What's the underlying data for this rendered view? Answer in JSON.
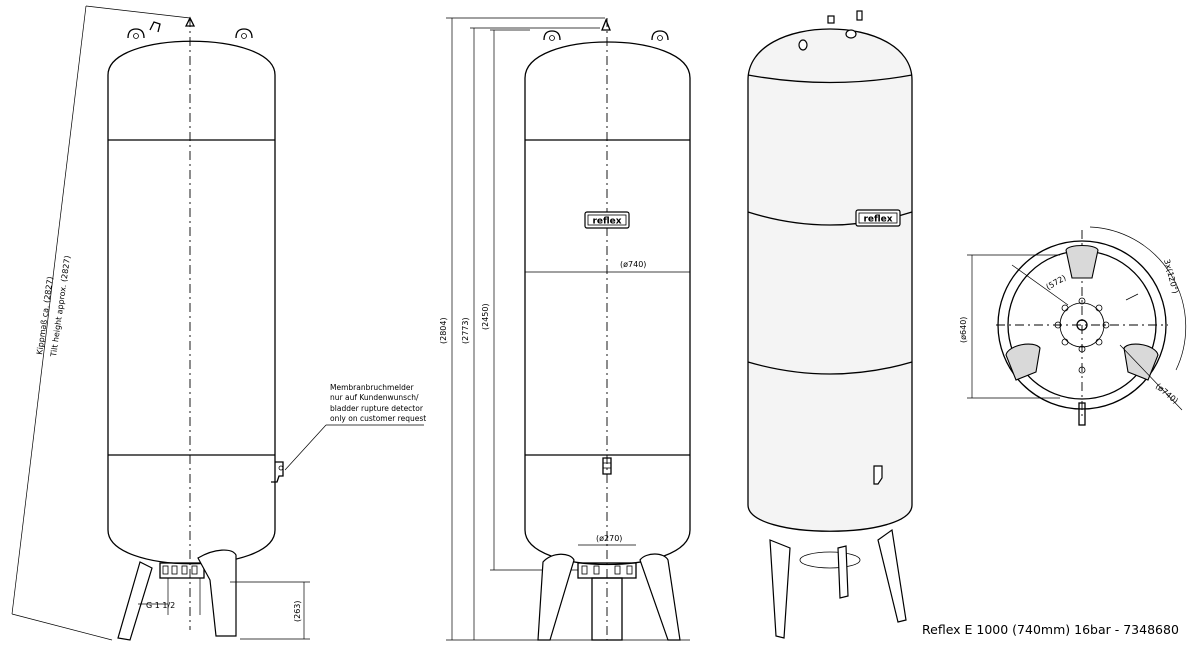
{
  "caption": "Reflex E 1000 (740mm) 16bar - 7348680",
  "logo_text": "reflex",
  "side_view": {
    "tilt_height_de": "Kippmaß ca. (2827)",
    "tilt_height_en": "Tilt height approx. (2827)",
    "connection_label": "G 1 1/2",
    "foot_height": "(263)",
    "note_lines": [
      "Membranbruchmelder",
      "nur auf Kundenwunsch/",
      "bladder rupture detector",
      "only on customer request"
    ]
  },
  "front_view": {
    "height_total": "(2804)",
    "height_2": "(2773)",
    "height_3": "(2450)",
    "diameter": "(ø740)",
    "flange_diameter": "(ø270)"
  },
  "top_view": {
    "outer_diameter": "(ø740)",
    "leg_circle": "(ø640)",
    "dim_572": "(572)",
    "angle": "3x(120°)"
  }
}
